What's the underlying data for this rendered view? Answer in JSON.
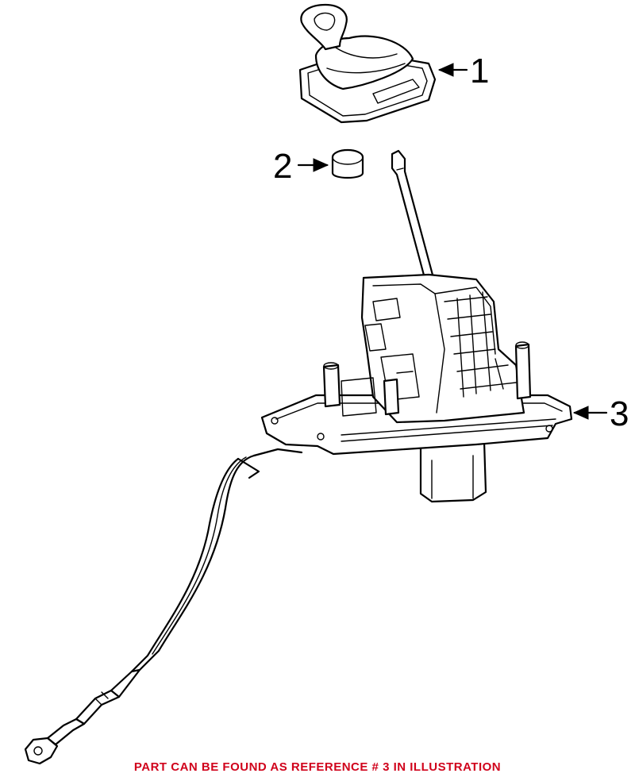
{
  "callouts": [
    {
      "number": "1"
    },
    {
      "number": "2"
    },
    {
      "number": "3"
    }
  ],
  "footer": {
    "note": "PART CAN BE FOUND AS REFERENCE # 3 IN ILLUSTRATION",
    "color": "#d0021b"
  },
  "diagram": {
    "line_color": "#000000",
    "background": "#ffffff"
  }
}
